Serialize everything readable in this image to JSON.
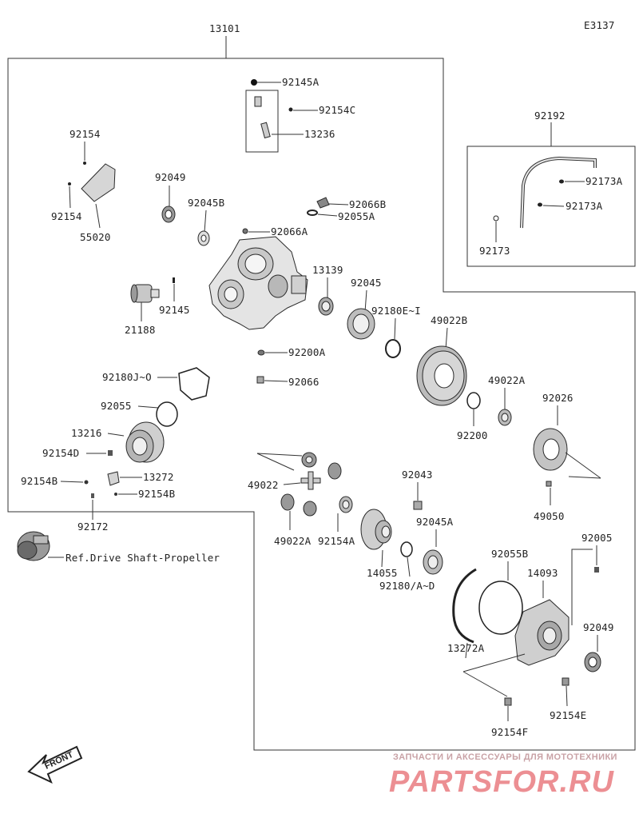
{
  "diagram": {
    "code": "E3137",
    "assembly": "13101",
    "reference": "Ref.Drive Shaft-Propeller",
    "front_label": "FRONT",
    "parts": [
      "92145A",
      "92154C",
      "13236",
      "92154",
      "92154",
      "55020",
      "92049",
      "92045B",
      "92066B",
      "92055A",
      "92066A",
      "21188",
      "92145",
      "13139",
      "92045",
      "92180E~I",
      "49022B",
      "92200A",
      "92066",
      "92180J~O",
      "92055",
      "13216",
      "92154D",
      "92154B",
      "13272",
      "92154B",
      "92172",
      "49022A",
      "92200",
      "92026",
      "49050",
      "49022",
      "49022A",
      "92154A",
      "92043",
      "92045A",
      "14055",
      "92180/A~D",
      "92055B",
      "14093",
      "92005",
      "92049",
      "13272A",
      "92154E",
      "92154F",
      "92192",
      "92173A",
      "92173A",
      "92173"
    ]
  },
  "watermark": {
    "subtitle": "ЗАПЧАСТИ И АКСЕССУАРЫ ДЛЯ МОТОТЕХНИКИ",
    "logo": "PARTSFOR.RU"
  },
  "colors": {
    "line": "#333333",
    "part_fill": "#d8d8d8",
    "part_dark": "#9a9a9a",
    "watermark": "#ec8f93"
  }
}
